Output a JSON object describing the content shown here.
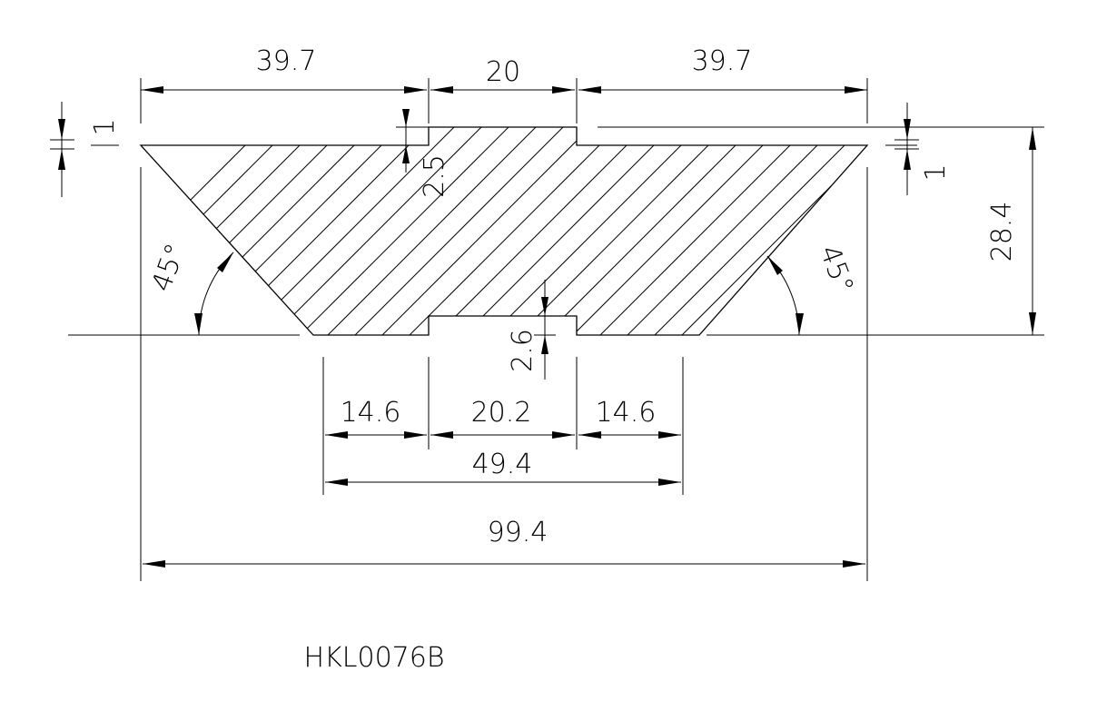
{
  "drawing": {
    "part_number": "HKL0076B",
    "dimensions": {
      "top_left": "39.7",
      "top_center": "20",
      "top_right": "39.7",
      "lip_left": "1",
      "lip_right": "1",
      "top_groove_depth": "2.5",
      "height": "28.4",
      "angle_left": "45°",
      "angle_right": "45°",
      "bottom_groove_depth": "2.6",
      "bottom_left": "14.6",
      "bottom_center": "20.2",
      "bottom_right": "14.6",
      "bottom_total": "49.4",
      "overall_width": "99.4"
    }
  }
}
